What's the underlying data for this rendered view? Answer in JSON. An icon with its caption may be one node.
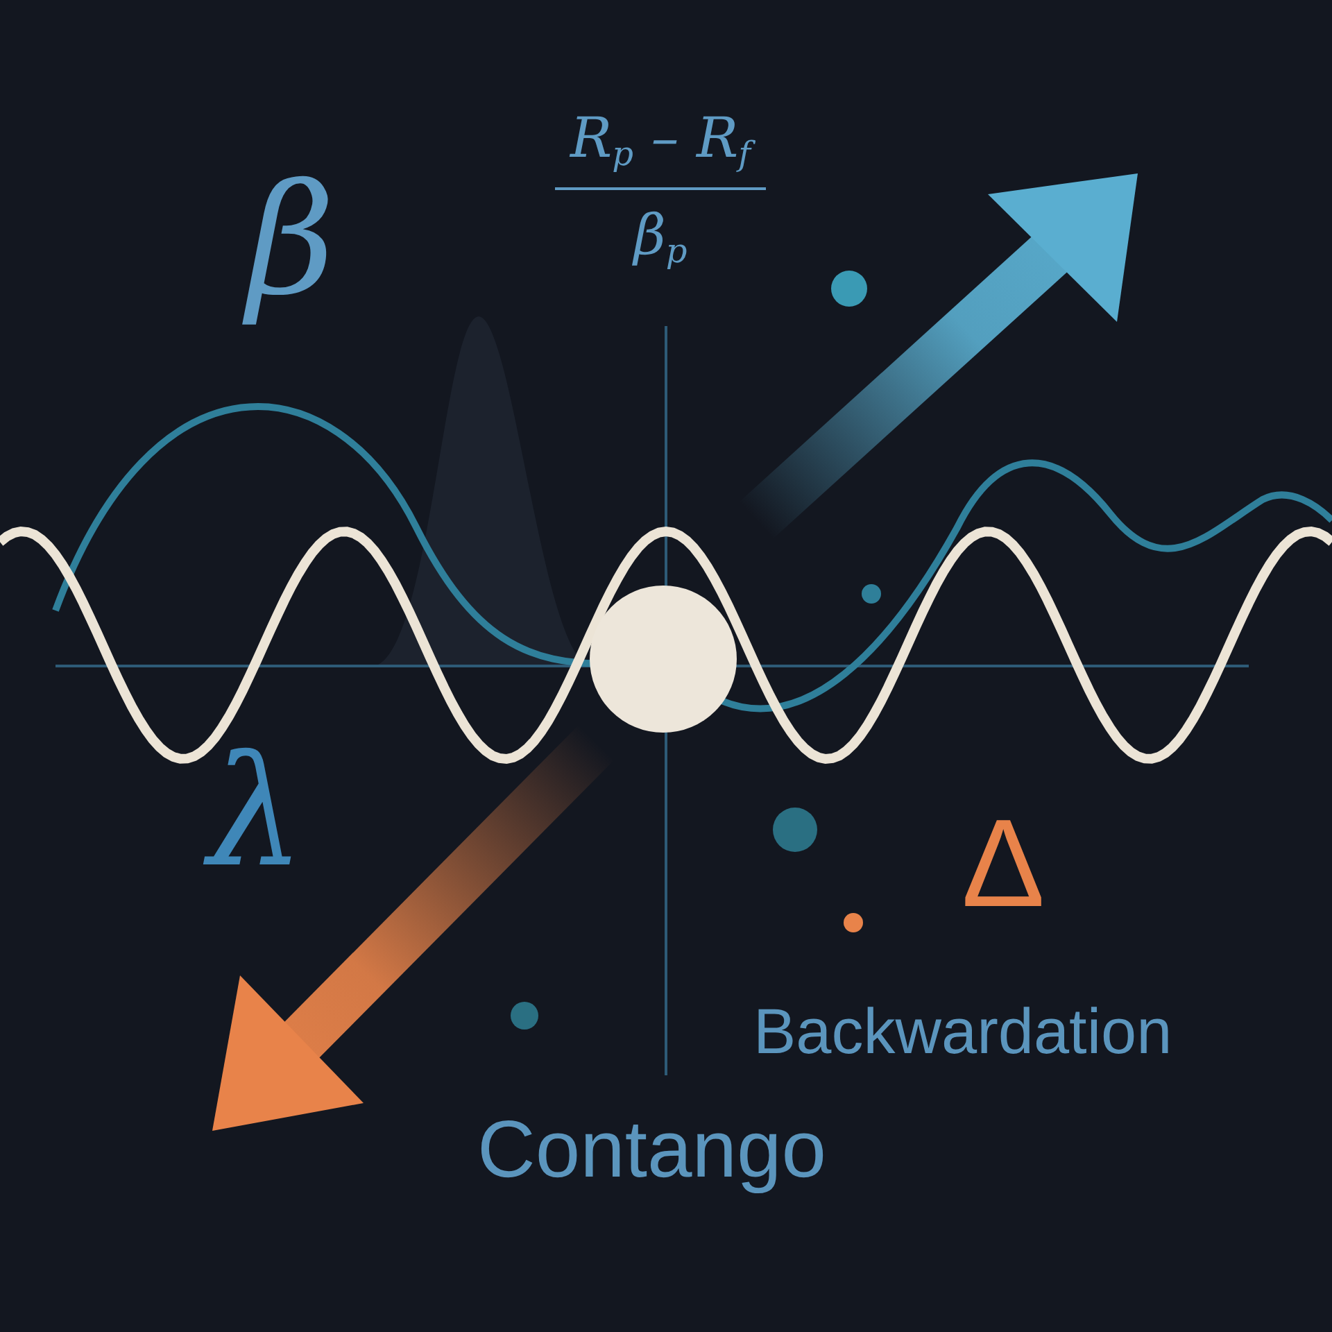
{
  "diagram": {
    "labels": [
      "β",
      "R$_{p}$ – R$_{f}$",
      "β$_{p}$",
      "λ",
      "Δ",
      "Backwardation",
      "Contango"
    ]
  }
}
